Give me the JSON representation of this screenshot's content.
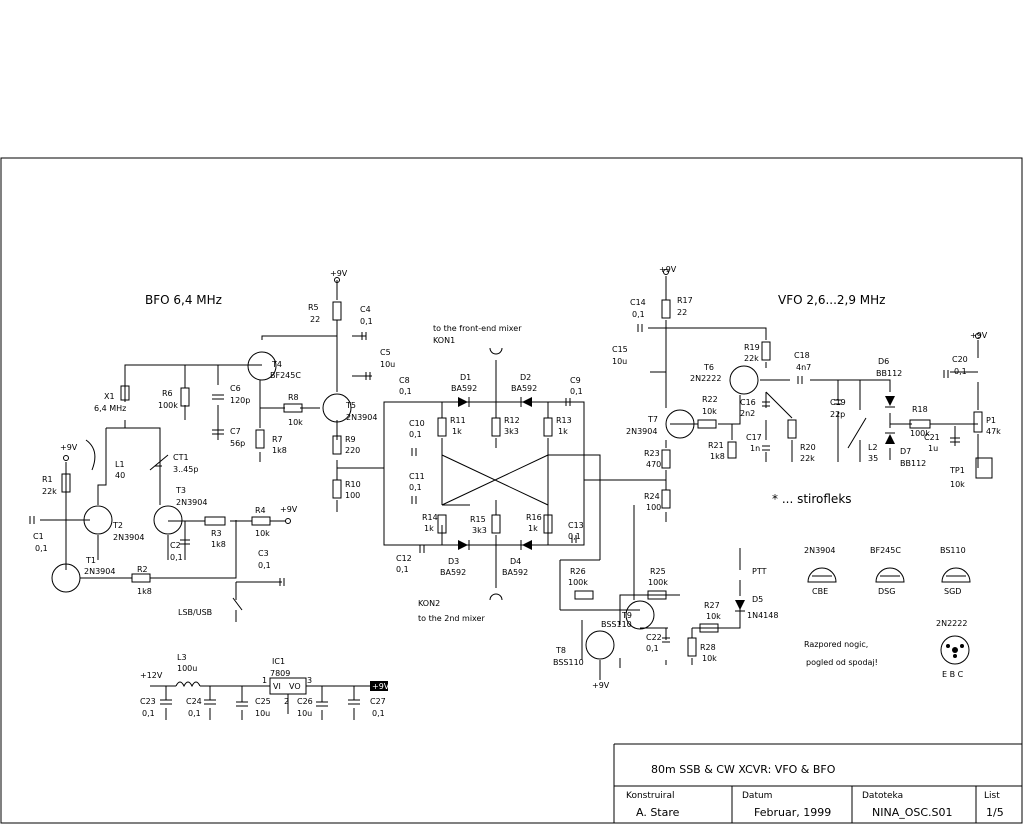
{
  "sections": {
    "bfo_title": "BFO 6,4 MHz",
    "vfo_title": "VFO 2,6...2,9 MHz",
    "stirofleks": "* ... stirofleks"
  },
  "connectors": {
    "kon1_text": "to the front-end mixer",
    "kon1": "KON1",
    "kon2": "KON2",
    "kon2_text": "to the 2nd mixer",
    "lsb_usb": "LSB/USB",
    "ptt": "PTT"
  },
  "power": {
    "p9v": "+9V",
    "p12v": "+12V"
  },
  "bfo_parts": {
    "R1": [
      "R1",
      "22k"
    ],
    "R2": [
      "R2",
      "1k8"
    ],
    "R3": [
      "R3",
      "1k8"
    ],
    "R4": [
      "R4",
      "10k"
    ],
    "R5": [
      "R5",
      "22"
    ],
    "R6": [
      "R6",
      "100k"
    ],
    "R7": [
      "R7",
      "1k8"
    ],
    "R8": [
      "R8",
      "10k"
    ],
    "R9": [
      "R9",
      "220"
    ],
    "R10": [
      "R10",
      "100"
    ],
    "C1": [
      "C1",
      "0,1"
    ],
    "C2": [
      "C2",
      "0,1"
    ],
    "C3": [
      "C3",
      "0,1"
    ],
    "C4": [
      "C4",
      "0,1"
    ],
    "C5": [
      "C5",
      "10u"
    ],
    "C6": [
      "C6",
      "120p"
    ],
    "C7": [
      "C7",
      "56p"
    ],
    "X1": [
      "X1",
      "6,4 MHz"
    ],
    "L1": [
      "L1",
      "40"
    ],
    "CT1": [
      "CT1",
      "3..45p"
    ],
    "T1": [
      "T1",
      "2N3904"
    ],
    "T2": [
      "T2",
      "2N3904"
    ],
    "T3": [
      "T3",
      "2N3904"
    ],
    "T4": [
      "T4",
      "BF245C"
    ],
    "T5": [
      "T5",
      "2N3904"
    ]
  },
  "mixer_parts": {
    "D1": [
      "D1",
      "BA592"
    ],
    "D2": [
      "D2",
      "BA592"
    ],
    "D3": [
      "D3",
      "BA592"
    ],
    "D4": [
      "D4",
      "BA592"
    ],
    "R11": [
      "R11",
      "1k"
    ],
    "R12": [
      "R12",
      "3k3"
    ],
    "R13": [
      "R13",
      "1k"
    ],
    "R14": [
      "R14",
      "1k"
    ],
    "R15": [
      "R15",
      "3k3"
    ],
    "R16": [
      "R16",
      "1k"
    ],
    "C8": [
      "C8",
      "0,1"
    ],
    "C9": [
      "C9",
      "0,1"
    ],
    "C10": [
      "C10",
      "0,1"
    ],
    "C11": [
      "C11",
      "0,1"
    ],
    "C12": [
      "C12",
      "0,1"
    ],
    "C13": [
      "C13",
      "0,1"
    ],
    "R25": [
      "R25",
      "100k"
    ],
    "R26": [
      "R26",
      "100k"
    ],
    "R27": [
      "R27",
      "10k"
    ],
    "R28": [
      "R28",
      "10k"
    ],
    "C22": [
      "C22",
      "0,1"
    ],
    "D5": [
      "D5",
      "1N4148"
    ],
    "T8": [
      "T8",
      "BSS110"
    ],
    "T9": [
      "T9",
      "BSS110"
    ]
  },
  "vfo_parts": {
    "R17": [
      "R17",
      "22"
    ],
    "R18": [
      "R18",
      "100k"
    ],
    "R19": [
      "R19",
      "22k"
    ],
    "R20": [
      "R20",
      "22k"
    ],
    "R21": [
      "R21",
      "1k8"
    ],
    "R22": [
      "R22",
      "10k"
    ],
    "R23": [
      "R23",
      "470"
    ],
    "R24": [
      "R24",
      "100"
    ],
    "C14": [
      "C14",
      "0,1"
    ],
    "C15": [
      "C15",
      "10u"
    ],
    "C16": [
      "C16",
      "2n2"
    ],
    "C17": [
      "C17",
      "1n"
    ],
    "C18": [
      "C18",
      "4n7"
    ],
    "C19": [
      "C19",
      "22p"
    ],
    "C20": [
      "C20",
      "0,1"
    ],
    "C21": [
      "C21",
      "1u"
    ],
    "L2": [
      "L2",
      "35"
    ],
    "D6": [
      "D6",
      "BB112"
    ],
    "D7": [
      "D7",
      "BB112"
    ],
    "P1": [
      "P1",
      "47k"
    ],
    "TP1": [
      "TP1",
      "10k"
    ],
    "T6": [
      "T6",
      "2N2222"
    ],
    "T7": [
      "T7",
      "2N3904"
    ]
  },
  "psu_parts": {
    "L3": [
      "L3",
      "100u"
    ],
    "IC1": [
      "IC1",
      "7809"
    ],
    "C23": [
      "C23",
      "0,1"
    ],
    "C24": [
      "C24",
      "0,1"
    ],
    "C25": [
      "C25",
      "10u"
    ],
    "C26": [
      "C26",
      "10u"
    ],
    "C27": [
      "C27",
      "0,1"
    ],
    "pin1": "1",
    "pin2": "2",
    "pin3": "3",
    "vi": "VI",
    "vo": "VO",
    "out": "+9V"
  },
  "pinouts": {
    "p2n3904": {
      "name": "2N3904",
      "pins": "CBE"
    },
    "pbf245c": {
      "name": "BF245C",
      "pins": "DSG"
    },
    "pbs110": {
      "name": "BS110",
      "pins": "SGD"
    },
    "p2n2222": {
      "name": "2N2222",
      "pins": "E B C"
    },
    "note1": "Razpored nogic,",
    "note2": "pogled od spodaj!"
  },
  "title_block": {
    "title": "80m SSB & CW XCVR: VFO & BFO",
    "designer_label": "Konstruiral",
    "designer": "A. Stare",
    "date_label": "Datum",
    "date": "Februar, 1999",
    "file_label": "Datoteka",
    "file": "NINA_OSC.S01",
    "sheet_label": "List",
    "sheet": "1/5"
  }
}
